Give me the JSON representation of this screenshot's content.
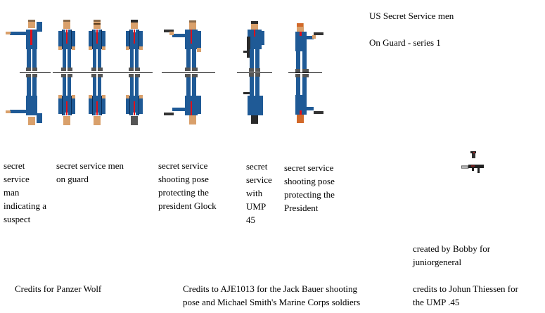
{
  "title": {
    "heading": "US Secret Service men",
    "subheading": "On Guard - series 1"
  },
  "colors": {
    "suit": "#1f5a96",
    "suit_dark": "#0a2c55",
    "tie": "#e0101a",
    "skin": "#d9a06b",
    "hair_brown": "#8a6a4a",
    "hair_dark": "#2a2a2a",
    "hair_red": "#d2692a",
    "shoes": "#555555",
    "gun": "#333333"
  },
  "figures": [
    {
      "id": "pointing",
      "hair": "brown"
    },
    {
      "id": "guard-1",
      "hair": "brown"
    },
    {
      "id": "guard-2",
      "hair": "brown"
    },
    {
      "id": "guard-3",
      "hair": "dark"
    },
    {
      "id": "glock-shooter",
      "hair": "brown"
    },
    {
      "id": "ump-holder",
      "hair": "dark"
    },
    {
      "id": "pistol-shooter",
      "hair": "red"
    }
  ],
  "captions": [
    {
      "text": "secret\nservice\nman\nindicating a\nsuspect"
    },
    {
      "text": "secret service men\non guard"
    },
    {
      "text": "secret service\nshooting pose\nprotecting the\npresident  Glock"
    },
    {
      "text": "secret\nservice\nwith\nUMP\n45"
    },
    {
      "text": "secret service\nshooting pose\nprotecting the\nPresident"
    }
  ],
  "credits": {
    "creator": "created by Bobby for\njuniorgeneral",
    "panzer": "Credits for Panzer Wolf",
    "aje": "Credits to AJE1013 for the Jack Bauer shooting\npose and Michael Smith's Marine Corps soldiers",
    "johun": "credits to Johun Thiessen for\nthe UMP .45"
  }
}
